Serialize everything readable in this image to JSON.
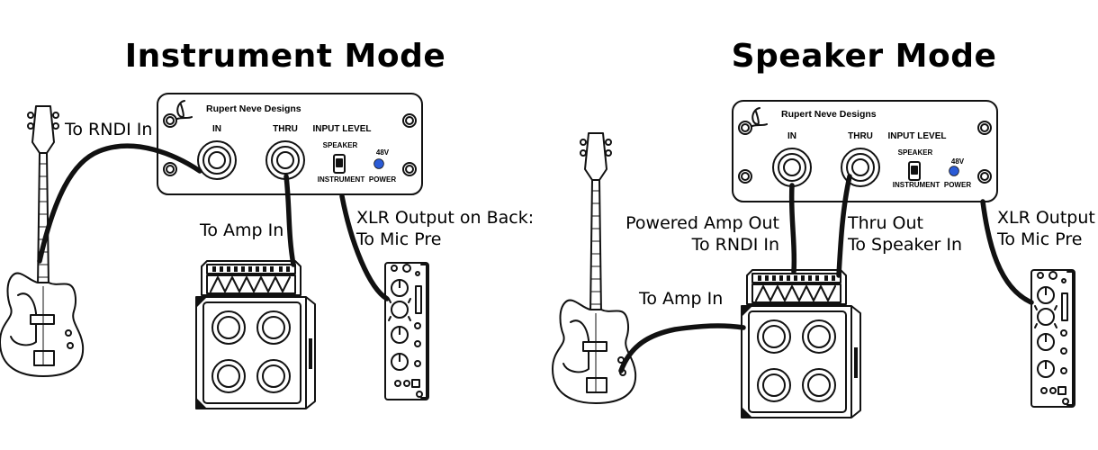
{
  "colors": {
    "led": "#2b5bd6",
    "ink": "#111111"
  },
  "instrument_mode": {
    "title": "Instrument Mode",
    "labels": {
      "to_rndi_in": "To RNDI In",
      "to_amp_in": "To Amp In",
      "xlr_line1": "XLR Output on Back:",
      "xlr_line2": "To Mic Pre"
    },
    "di_box": {
      "brand": "Rupert Neve Designs",
      "in": "IN",
      "thru": "THRU",
      "input_level": "INPUT LEVEL",
      "speaker": "SPEAKER",
      "instrument": "INSTRUMENT",
      "phantom": "48V",
      "power": "POWER"
    }
  },
  "speaker_mode": {
    "title": "Speaker Mode",
    "labels": {
      "powered_amp_line1": "Powered Amp Out",
      "powered_amp_line2": "To RNDI In",
      "thru_line1": "Thru Out",
      "thru_line2": "To Speaker In",
      "xlr_line1": "XLR Output",
      "xlr_line2": "To Mic Pre",
      "to_amp_in": "To Amp In"
    },
    "di_box": {
      "brand": "Rupert Neve Designs",
      "in": "IN",
      "thru": "THRU",
      "input_level": "INPUT LEVEL",
      "speaker": "SPEAKER",
      "instrument": "INSTRUMENT",
      "phantom": "48V",
      "power": "POWER"
    }
  }
}
